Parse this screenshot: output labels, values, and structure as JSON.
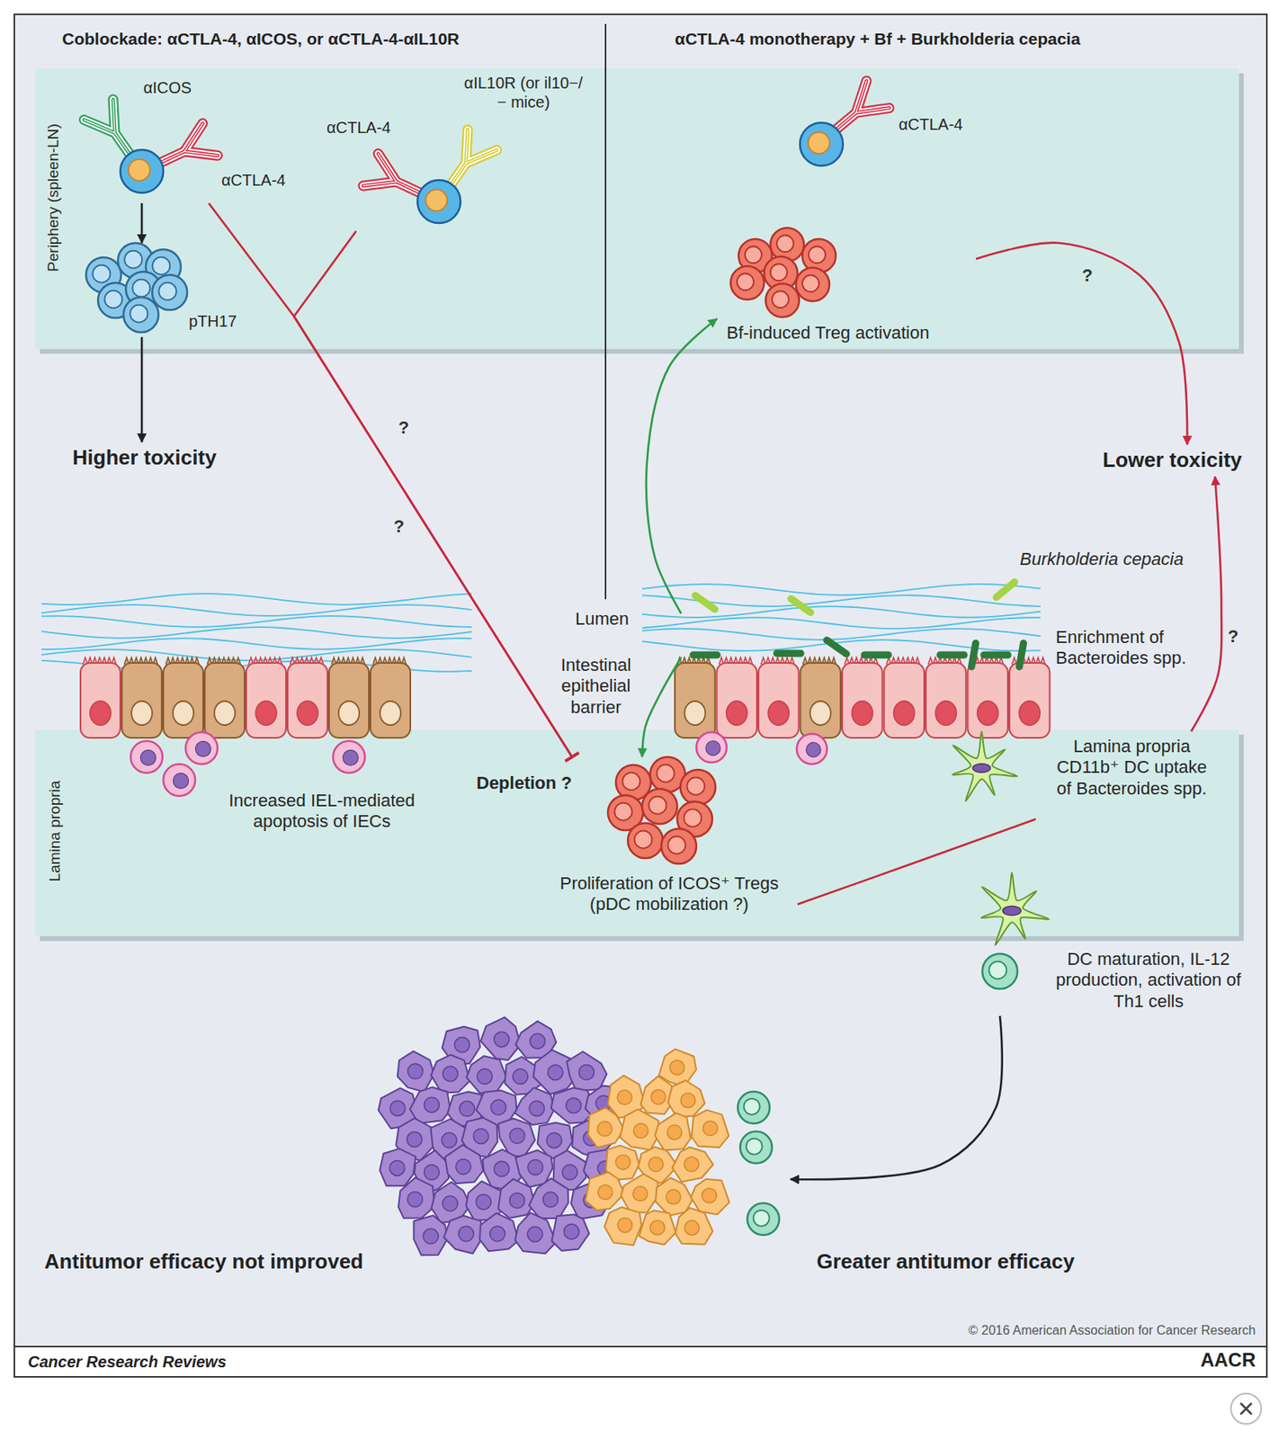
{
  "diagram": {
    "nodes": [
      {
        "text": [
          "Periphery (spleen-LN)"
        ]
      },
      {
        "text": [
          "αICOS",
          "αCTLA-4"
        ],
        "in": 0
      },
      {
        "text": [
          "αCTLA-4",
          "αIL10R (or il10−/− mice)"
        ],
        "in": 0
      },
      {
        "text": [
          "αCTLA-4"
        ],
        "in": 0
      },
      {
        "text": [
          "pTH17"
        ],
        "in": 0
      },
      {
        "text": [
          "Bf-induced Treg activation"
        ],
        "in": 0
      },
      {
        "text": [
          "Higher toxicity"
        ]
      },
      {
        "text": [
          "Lower toxicity"
        ]
      },
      {
        "text": [
          "Burkholderia cepacia",
          "Enrichment of Bacteroides spp."
        ]
      },
      {
        "text": [
          "Lamina propria"
        ]
      },
      {
        "text": [
          "Increased IEL-mediated apoptosis of IECs"
        ],
        "in": 9
      },
      {
        "text": [
          "Proliferation of ICOS⁺ Tregs (pDC mobilization ?)"
        ],
        "in": 9
      },
      {
        "text": [
          "Lamina propria CD11b⁺ DC uptake of Bacteroides spp."
        ],
        "in": 9
      },
      {
        "text": [
          "DC maturation, IL-12 production, activation of Th1 cells"
        ]
      },
      {
        "text": [
          "Antitumor efficacy not improved",
          "Greater antitumor efficacy"
        ]
      }
    ],
    "edges": [
      {
        "from": 1,
        "to": 4,
        "arrow": "to"
      },
      {
        "from": 4,
        "to": 6,
        "arrow": "to"
      },
      {
        "from": 1,
        "to": 11,
        "label": "?",
        "arrow": "to"
      },
      {
        "from": 2,
        "to": 11,
        "label": "?",
        "arrow": "to"
      },
      {
        "from": 8,
        "to": 5,
        "arrow": "to"
      },
      {
        "from": 8,
        "to": 11,
        "arrow": "to"
      },
      {
        "from": 5,
        "to": 7,
        "label": "?",
        "arrow": "to"
      },
      {
        "from": 11,
        "to": 12,
        "arrow": "none"
      },
      {
        "from": 12,
        "to": 7,
        "label": "?",
        "arrow": "to"
      },
      {
        "from": 13,
        "to": 14,
        "arrow": "to"
      }
    ],
    "labels": [
      "Coblockade: αCTLA-4, αICOS, or αCTLA-4-αIL10R",
      "αCTLA-4 monotherapy + Bf + Burkholderia cepacia",
      "Lumen",
      "Intestinal epithelial barrier",
      "Depletion ?",
      "© 2016 American Association for Cancer Research",
      "Cancer Research Reviews",
      "AACR"
    ]
  }
}
